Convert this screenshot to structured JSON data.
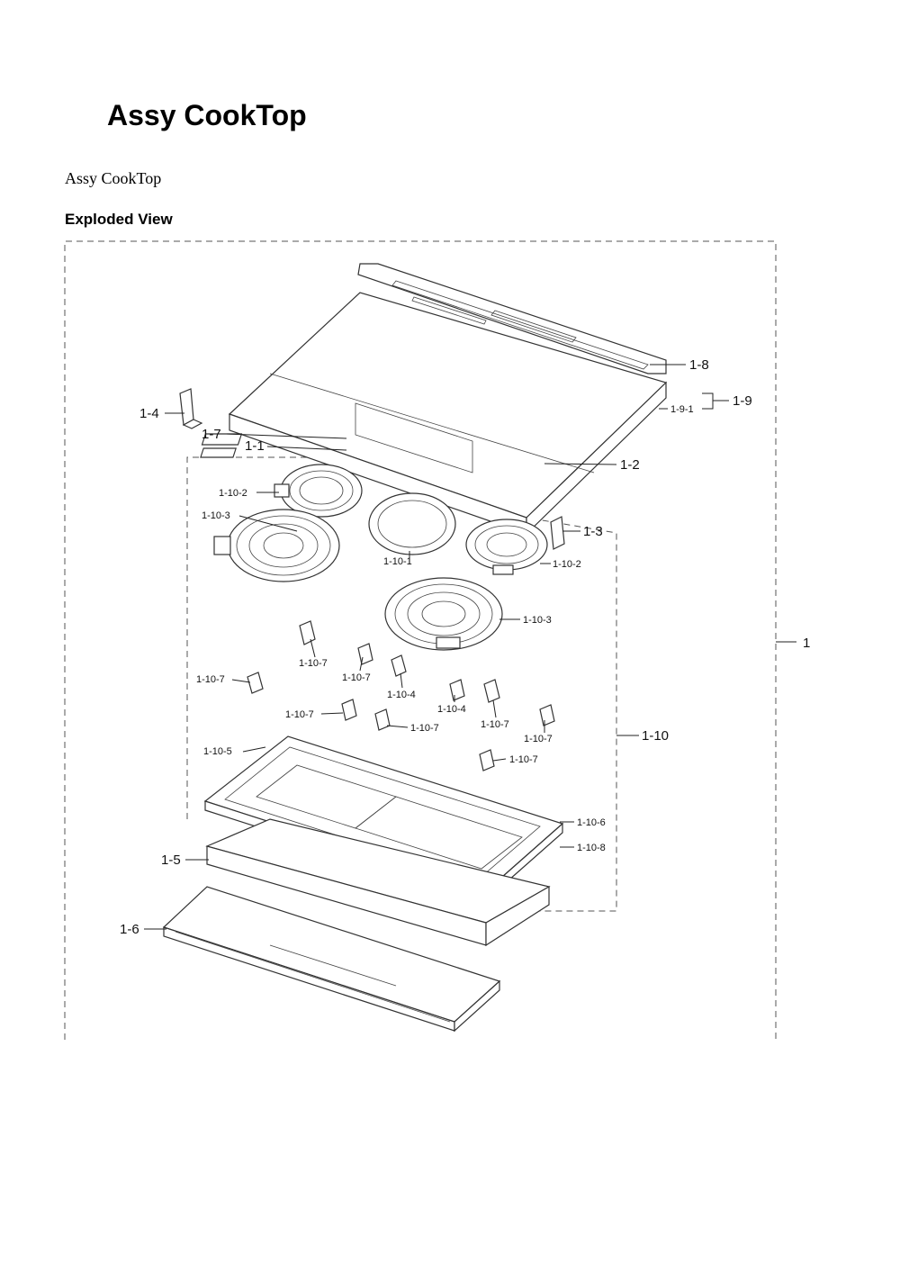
{
  "document": {
    "title": "Assy CookTop",
    "subtitle": "Assy CookTop",
    "section_heading": "Exploded View"
  },
  "callouts": [
    {
      "id": "1",
      "label": "1"
    },
    {
      "id": "1-1",
      "label": "1-1"
    },
    {
      "id": "1-2",
      "label": "1-2"
    },
    {
      "id": "1-3",
      "label": "1-3"
    },
    {
      "id": "1-4",
      "label": "1-4"
    },
    {
      "id": "1-5",
      "label": "1-5"
    },
    {
      "id": "1-6",
      "label": "1-6"
    },
    {
      "id": "1-7",
      "label": "1-7"
    },
    {
      "id": "1-8",
      "label": "1-8"
    },
    {
      "id": "1-9",
      "label": "1-9"
    },
    {
      "id": "1-9-1",
      "label": "1-9-1"
    },
    {
      "id": "1-10",
      "label": "1-10"
    },
    {
      "id": "1-10-1",
      "label": "1-10-1"
    },
    {
      "id": "1-10-2a",
      "label": "1-10-2"
    },
    {
      "id": "1-10-2b",
      "label": "1-10-2"
    },
    {
      "id": "1-10-3a",
      "label": "1-10-3"
    },
    {
      "id": "1-10-3b",
      "label": "1-10-3"
    },
    {
      "id": "1-10-4a",
      "label": "1-10-4"
    },
    {
      "id": "1-10-4b",
      "label": "1-10-4"
    },
    {
      "id": "1-10-5",
      "label": "1-10-5"
    },
    {
      "id": "1-10-6",
      "label": "1-10-6"
    },
    {
      "id": "1-10-7a",
      "label": "1-10-7"
    },
    {
      "id": "1-10-7b",
      "label": "1-10-7"
    },
    {
      "id": "1-10-7c",
      "label": "1-10-7"
    },
    {
      "id": "1-10-7d",
      "label": "1-10-7"
    },
    {
      "id": "1-10-7e",
      "label": "1-10-7"
    },
    {
      "id": "1-10-7f",
      "label": "1-10-7"
    },
    {
      "id": "1-10-7g",
      "label": "1-10-7"
    },
    {
      "id": "1-10-7h",
      "label": "1-10-7"
    },
    {
      "id": "1-10-8",
      "label": "1-10-8"
    }
  ]
}
